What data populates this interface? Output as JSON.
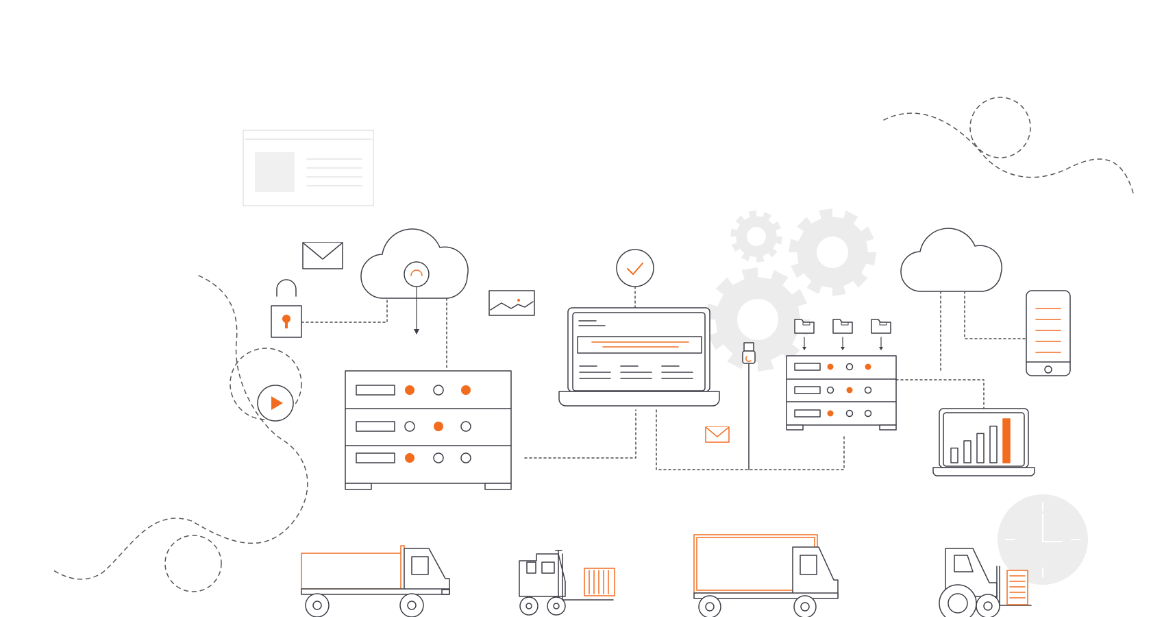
{
  "illustration": {
    "accent_color": "#f26c1f",
    "line_color": "#3d3f47",
    "light_color": "#ededed",
    "dash_color": "#4a4a4a"
  },
  "icons": {
    "email": "envelope-icon",
    "lock": "padlock-icon",
    "cloud_left": "cloud-icon",
    "cloud_right": "cloud-icon",
    "image": "image-icon",
    "play": "play-icon",
    "check": "checkmark-icon",
    "laptop": "laptop-icon",
    "server_rack_large": "server-rack-icon",
    "server_rack_small": "server-rack-icon",
    "gears": "gears-icon",
    "usb": "usb-cable-icon",
    "folders": "folder-icon",
    "phone": "smartphone-icon",
    "chart_laptop": "bar-chart-laptop-icon",
    "clock": "clock-icon",
    "dump_truck": "dump-truck-icon",
    "forklift": "forklift-icon",
    "box_truck": "box-truck-icon",
    "tractor_forklift": "tractor-forklift-icon"
  },
  "server_rack_large": {
    "rows": [
      {
        "leds": [
          "on",
          "off",
          "on"
        ]
      },
      {
        "leds": [
          "off",
          "on",
          "off"
        ]
      },
      {
        "leds": [
          "on",
          "off",
          "off"
        ]
      }
    ]
  },
  "server_rack_small": {
    "rows": [
      {
        "leds": [
          "on",
          "off",
          "on"
        ]
      },
      {
        "leds": [
          "off",
          "on",
          "off"
        ]
      },
      {
        "leds": [
          "on",
          "off",
          "off"
        ]
      }
    ]
  },
  "chart_laptop": {
    "bars": [
      2,
      3,
      4,
      5,
      6
    ]
  }
}
